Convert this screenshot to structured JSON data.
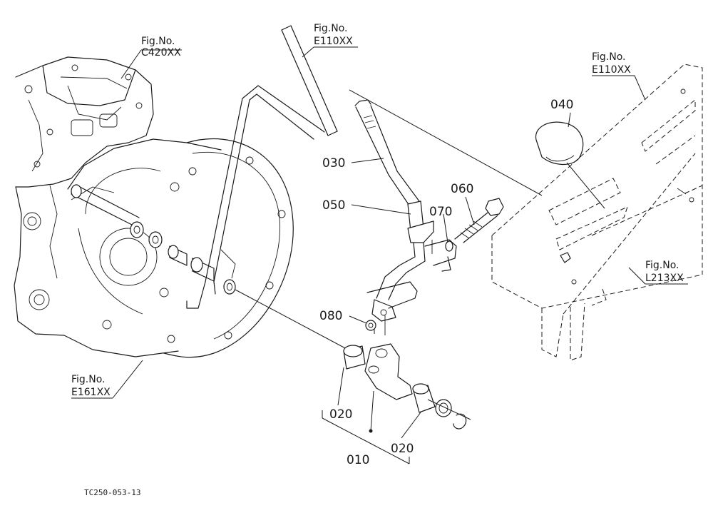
{
  "refs": {
    "c420": {
      "line1": "Fig.No.",
      "line2": "C420XX"
    },
    "e110_top": {
      "line1": "Fig.No.",
      "line2": "E110XX"
    },
    "e110_right": {
      "line1": "Fig.No.",
      "line2": "E110XX"
    },
    "l213": {
      "line1": "Fig.No.",
      "line2": "L213XX"
    },
    "e161": {
      "line1": "Fig.No.",
      "line2": "E161XX"
    }
  },
  "parts": {
    "p010": "010",
    "p020a": "020",
    "p020b": "020",
    "p030": "030",
    "p040": "040",
    "p050": "050",
    "p060": "060",
    "p070": "070",
    "p080": "080"
  },
  "drawing_code": "TC250-053-13"
}
